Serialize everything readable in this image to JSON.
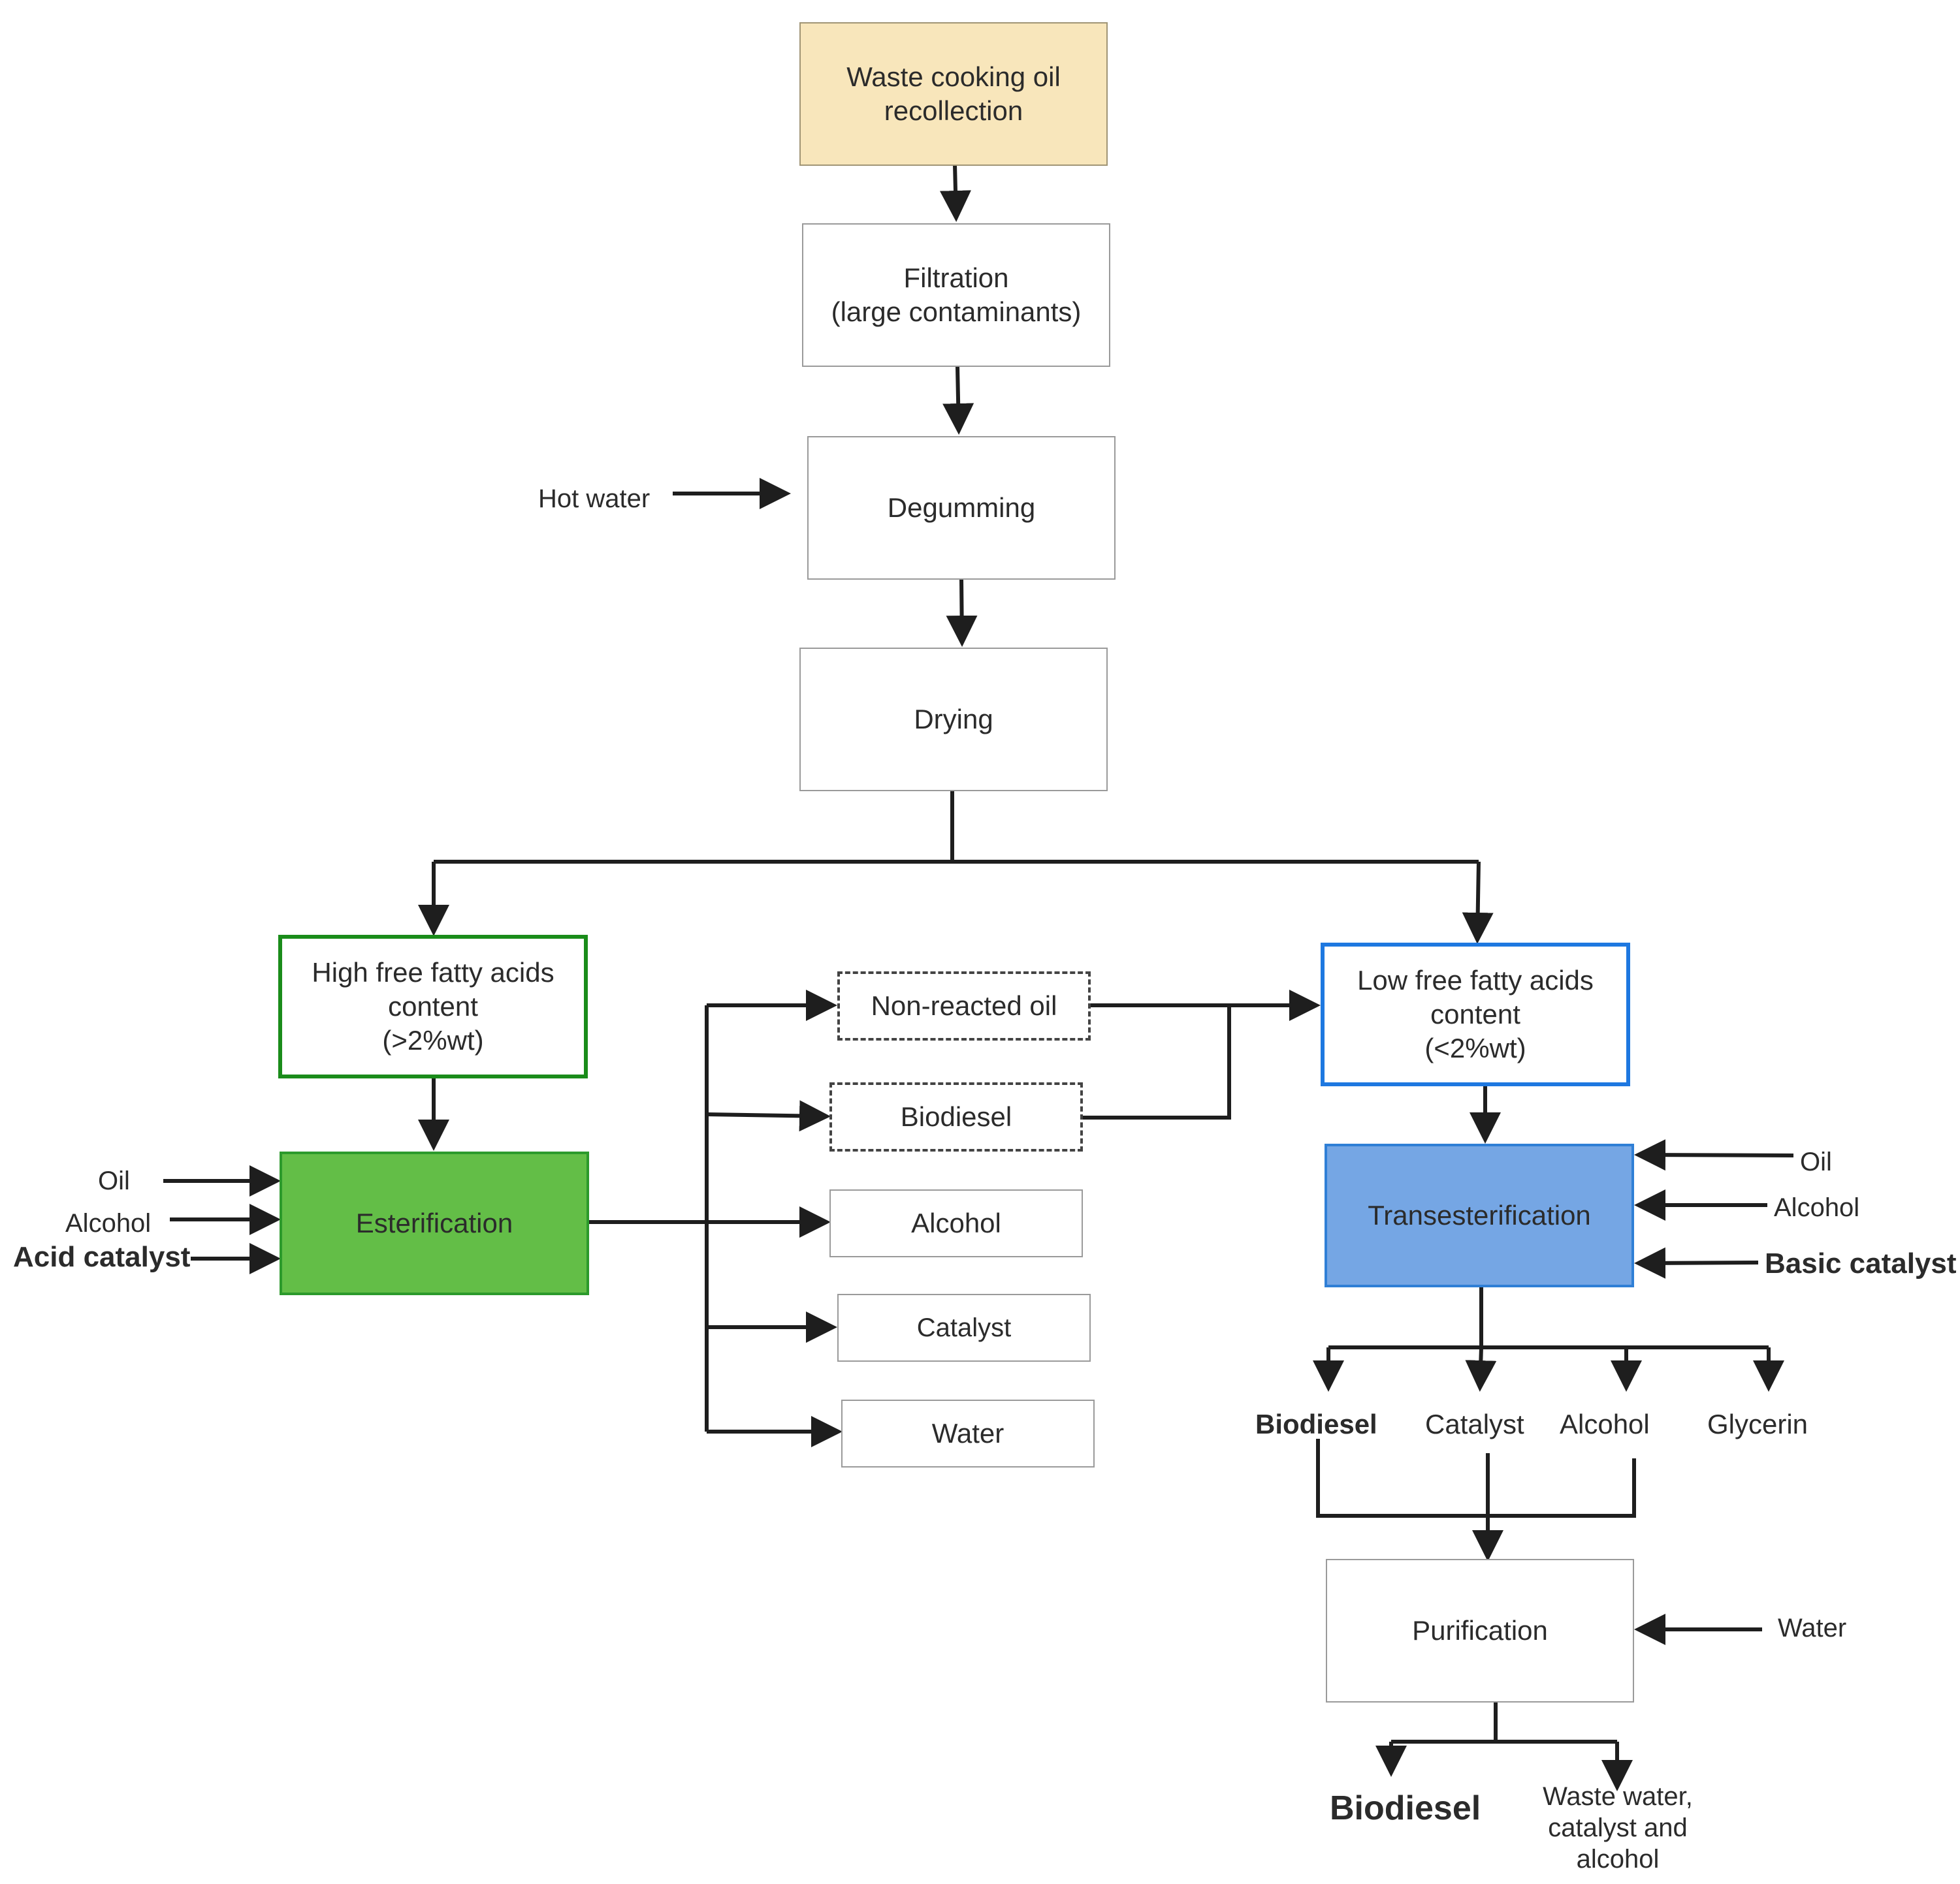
{
  "nodes": {
    "waste_oil": "Waste cooking oil\nrecollection",
    "filtration": "Filtration\n(large contaminants)",
    "degumming": "Degumming",
    "drying": "Drying",
    "high_ffa": "High free fatty acids\ncontent\n(>2%wt)",
    "esterification": "Esterification",
    "non_reacted_oil": "Non-reacted oil",
    "biodiesel_mid": "Biodiesel",
    "alcohol_mid": "Alcohol",
    "catalyst_mid": "Catalyst",
    "water_mid": "Water",
    "low_ffa": "Low free fatty acids\ncontent\n(<2%wt)",
    "transesterification": "Transesterification",
    "purification": "Purification"
  },
  "labels": {
    "hot_water": "Hot water",
    "oil_left": "Oil",
    "alcohol_left": "Alcohol",
    "acid_catalyst": "Acid catalyst",
    "oil_right": "Oil",
    "alcohol_right": "Alcohol",
    "basic_catalyst": "Basic catalyst",
    "biodiesel_out": "Biodiesel",
    "catalyst_out": "Catalyst",
    "alcohol_out": "Alcohol",
    "glycerin_out": "Glycerin",
    "water_right": "Water",
    "biodiesel_final": "Biodiesel",
    "waste_water": "Waste water,\ncatalyst and\nalcohol"
  },
  "colors": {
    "waste_fill": "#f8e6bb",
    "green_border": "#1a8c1a",
    "green_fill": "#63be47",
    "blue_border": "#1e78e0",
    "blue_fill": "#75a6e4",
    "line": "#1e1e1e"
  }
}
